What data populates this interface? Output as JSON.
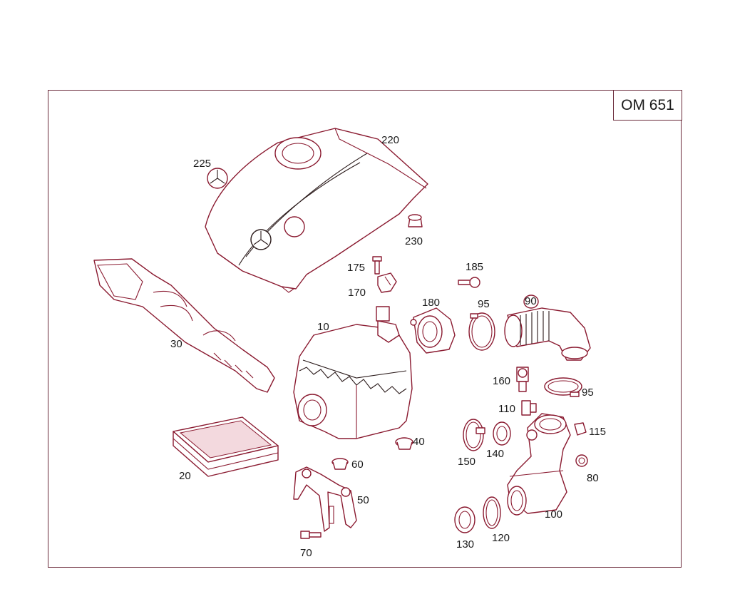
{
  "engine_code": "OM 651",
  "labels": {
    "p10": "10",
    "p20": "20",
    "p30": "30",
    "p40": "40",
    "p50": "50",
    "p60": "60",
    "p70": "70",
    "p80": "80",
    "p90": "90",
    "p95a": "95",
    "p95b": "95",
    "p100": "100",
    "p110": "110",
    "p115": "115",
    "p120": "120",
    "p130": "130",
    "p140": "140",
    "p150": "150",
    "p160": "160",
    "p170": "170",
    "p175": "175",
    "p180": "180",
    "p185": "185",
    "p220": "220",
    "p225": "225",
    "p230": "230"
  }
}
